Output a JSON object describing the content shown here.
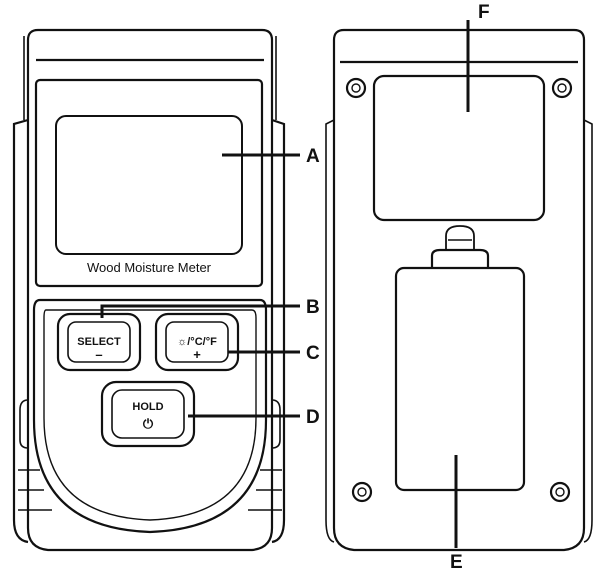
{
  "front": {
    "display_caption": "Wood Moisture Meter",
    "buttons": {
      "select": {
        "label": "SELECT",
        "sub": "–"
      },
      "mode": {
        "label": "☼/°C/°F",
        "sub": "+"
      },
      "hold": {
        "label": "HOLD",
        "icon": "power-icon",
        "icon_glyph": "⏻"
      }
    }
  },
  "callouts": {
    "a": "A",
    "b": "B",
    "c": "C",
    "d": "D",
    "e": "E",
    "f": "F"
  }
}
